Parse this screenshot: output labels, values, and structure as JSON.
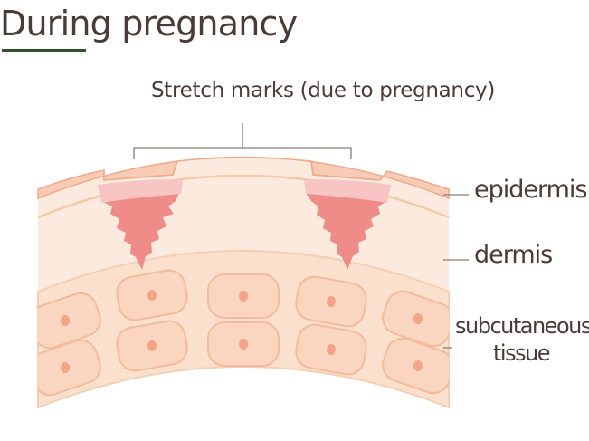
{
  "title": "During pregnancy",
  "labels": {
    "stretch_marks": "Stretch marks (due to pregnancy)",
    "epidermis": "epidermis",
    "dermis": "dermis",
    "subcutaneous_line1": "subcutaneous",
    "subcutaneous_line2": "tissue"
  },
  "colors": {
    "epidermis": "#f8cbb4",
    "epidermis_edge": "#f0a98a",
    "dermis": "#fdeadf",
    "dermis_line": "#f5c9a4",
    "fat_band": "#fbe0cd",
    "fat_cell": "#fad5bf",
    "fat_cell_edge": "#f2bc9c",
    "fat_nucleus": "#f3a58a",
    "mark_pink": "#f8c4c4",
    "mark_red": "#ef8c88",
    "leader_line": "#8a7c76",
    "title_underline": "#33532f"
  }
}
